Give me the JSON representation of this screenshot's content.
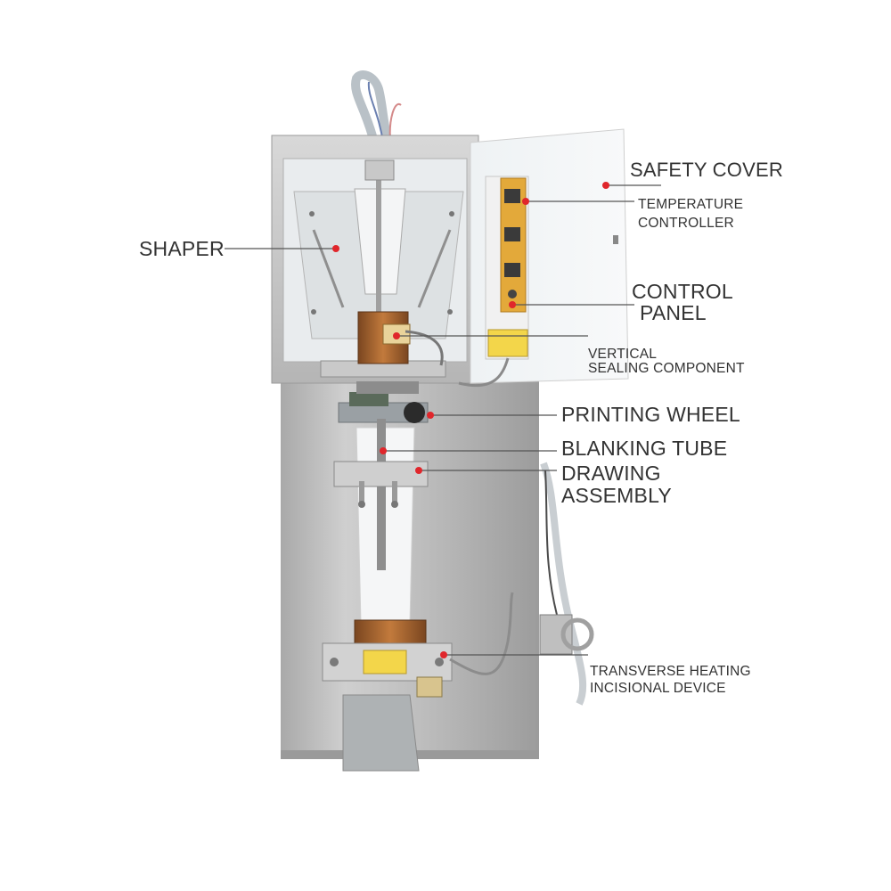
{
  "colors": {
    "leader_line": "#555555",
    "marker": "#e0262b",
    "label_text": "#333333",
    "steel": "#bfbfbf",
    "copper": "#a0622e",
    "warning_label": "#f3d64a"
  },
  "labels": {
    "safety_cover": "SAFETY COVER",
    "temperature_controller_line1": "TEMPERATURE",
    "temperature_controller_line2": "CONTROLLER",
    "shaper": "SHAPER",
    "control_panel_line1": "CONTROL",
    "control_panel_line2": "PANEL",
    "vertical_sealing_line1": "VERTICAL",
    "vertical_sealing_line2": "SEALING COMPONENT",
    "printing_wheel": "PRINTING WHEEL",
    "blanking_tube": "BLANKING TUBE",
    "drawing_assembly_line1": "DRAWING",
    "drawing_assembly_line2": "ASSEMBLY",
    "transverse_line1": "TRANSVERSE HEATING",
    "transverse_line2": "INCISIONAL DEVICE"
  }
}
